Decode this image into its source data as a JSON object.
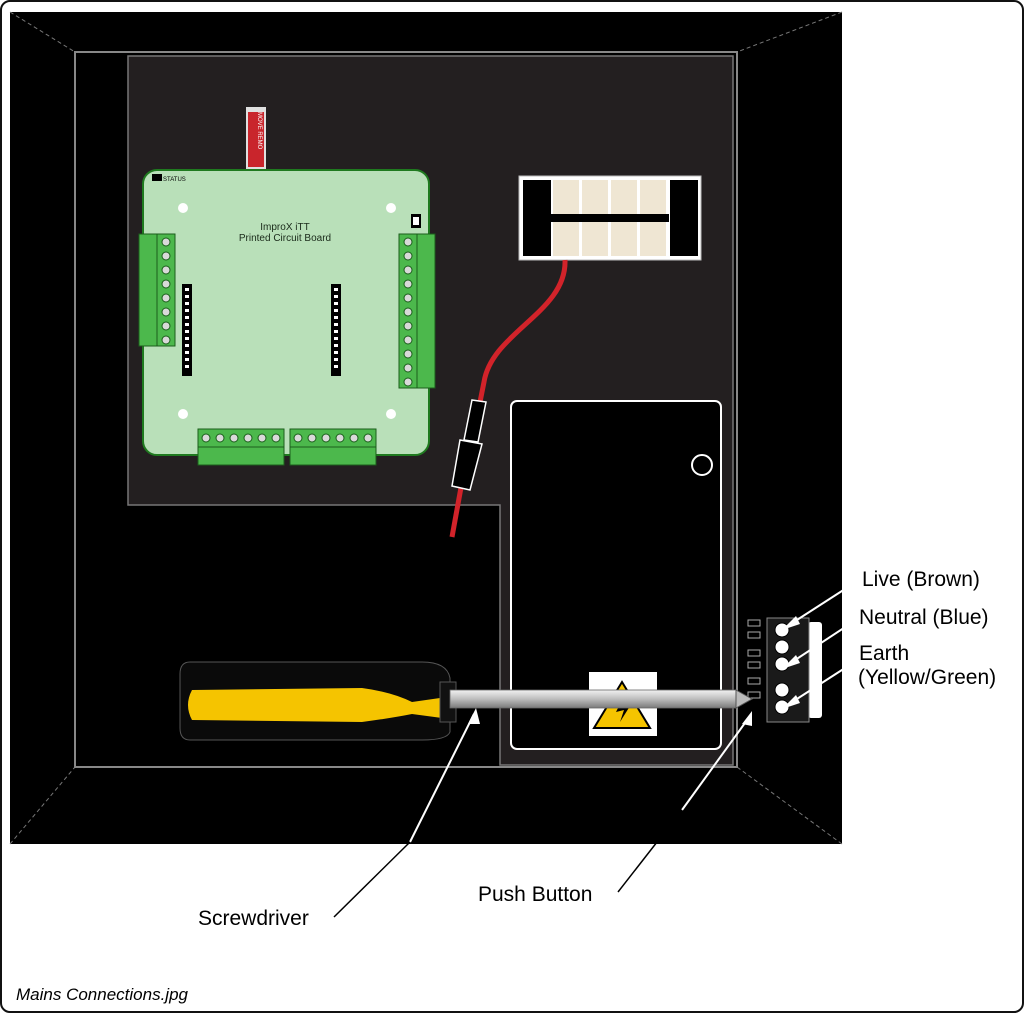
{
  "labels": {
    "live": "Live (Brown)",
    "neutral": "Neutral (Blue)",
    "earth_line1": "Earth",
    "earth_line2": "(Yellow/Green)",
    "screwdriver": "Screwdriver",
    "push_button": "Push Button"
  },
  "pcb": {
    "name": "ImproX iTT",
    "subtitle": "Printed Circuit Board",
    "status": "STATUS"
  },
  "tag_text": "MOVE REMO",
  "caption": "Mains Connections.jpg",
  "colors": {
    "enclosure": "#000000",
    "backplate": "#231f20",
    "pcb": "#b9e0b9",
    "pcb_border": "#1f7a1f",
    "terminal": "#4cb84c",
    "wire": "#d2232a",
    "screwdriver_handle": "#f5c400",
    "terminal_block": "#efe6d3"
  }
}
